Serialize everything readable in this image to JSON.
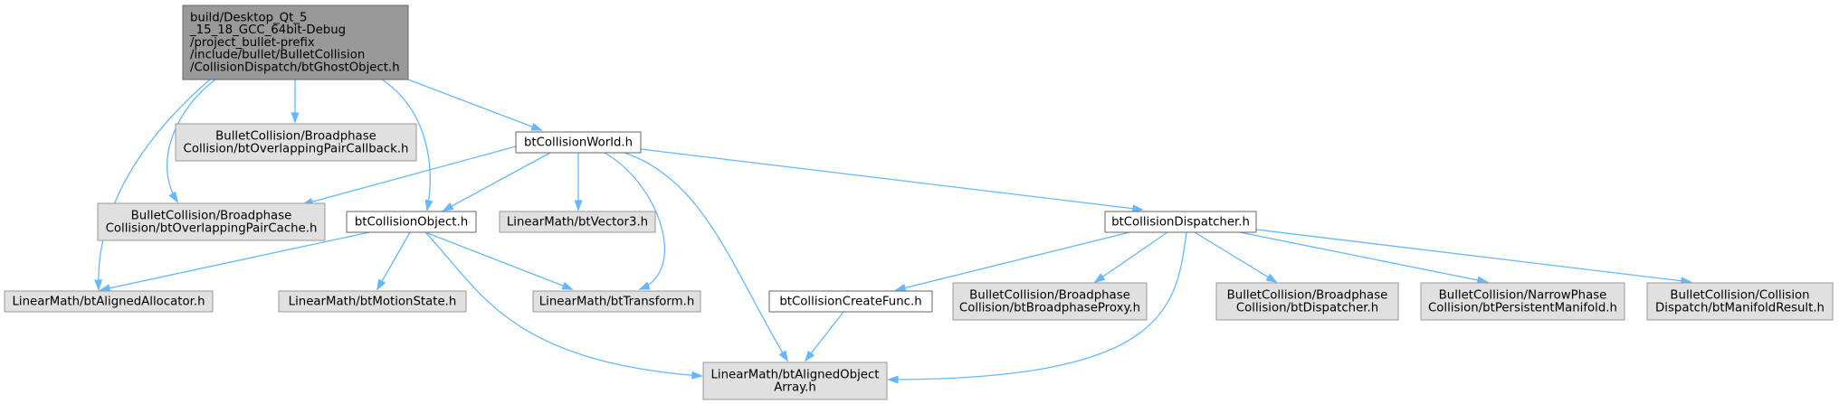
{
  "colors": {
    "root_fill": "#999999",
    "root_stroke": "#666666",
    "documented_fill": "#ffffff",
    "documented_stroke": "#666666",
    "external_fill": "#e0e0e0",
    "external_stroke": "#999999",
    "edge": "#63b8ff"
  },
  "nodes": [
    {
      "id": "ghost",
      "style": "root",
      "lines": [
        "build/Desktop_Qt_5",
        "_15_18_GCC_64bit-Debug",
        "/project_bullet-prefix",
        "/include/bullet/BulletCollision",
        "/CollisionDispatch/btGhostObject.h"
      ]
    },
    {
      "id": "opcallback",
      "style": "external",
      "lines": [
        "BulletCollision/Broadphase",
        "Collision/btOverlappingPairCallback.h"
      ]
    },
    {
      "id": "cworld",
      "style": "documented",
      "lines": [
        "btCollisionWorld.h"
      ]
    },
    {
      "id": "opcache",
      "style": "external",
      "lines": [
        "BulletCollision/Broadphase",
        "Collision/btOverlappingPairCache.h"
      ]
    },
    {
      "id": "cobject",
      "style": "documented",
      "lines": [
        "btCollisionObject.h"
      ]
    },
    {
      "id": "vector3",
      "style": "external",
      "lines": [
        "LinearMath/btVector3.h"
      ]
    },
    {
      "id": "cdispatcher",
      "style": "documented",
      "lines": [
        "btCollisionDispatcher.h"
      ]
    },
    {
      "id": "aalloc",
      "style": "external",
      "lines": [
        "LinearMath/btAlignedAllocator.h"
      ]
    },
    {
      "id": "mstate",
      "style": "external",
      "lines": [
        "LinearMath/btMotionState.h"
      ]
    },
    {
      "id": "transform",
      "style": "external",
      "lines": [
        "LinearMath/btTransform.h"
      ]
    },
    {
      "id": "ccreate",
      "style": "documented",
      "lines": [
        "btCollisionCreateFunc.h"
      ]
    },
    {
      "id": "bproxy",
      "style": "external",
      "lines": [
        "BulletCollision/Broadphase",
        "Collision/btBroadphaseProxy.h"
      ]
    },
    {
      "id": "dispatcher",
      "style": "external",
      "lines": [
        "BulletCollision/Broadphase",
        "Collision/btDispatcher.h"
      ]
    },
    {
      "id": "pmanifold",
      "style": "external",
      "lines": [
        "BulletCollision/NarrowPhase",
        "Collision/btPersistentManifold.h"
      ]
    },
    {
      "id": "mresult",
      "style": "external",
      "lines": [
        "BulletCollision/Collision",
        "Dispatch/btManifoldResult.h"
      ]
    },
    {
      "id": "aoarray",
      "style": "external",
      "lines": [
        "LinearMath/btAlignedObject",
        "Array.h"
      ]
    }
  ],
  "edges": [
    {
      "from": "ghost",
      "to": "aalloc"
    },
    {
      "from": "ghost",
      "to": "opcache"
    },
    {
      "from": "ghost",
      "to": "opcallback"
    },
    {
      "from": "ghost",
      "to": "cobject"
    },
    {
      "from": "ghost",
      "to": "cworld"
    },
    {
      "from": "cworld",
      "to": "opcache"
    },
    {
      "from": "cworld",
      "to": "cobject"
    },
    {
      "from": "cworld",
      "to": "vector3"
    },
    {
      "from": "cworld",
      "to": "transform"
    },
    {
      "from": "cworld",
      "to": "aoarray"
    },
    {
      "from": "cworld",
      "to": "cdispatcher"
    },
    {
      "from": "cobject",
      "to": "aalloc"
    },
    {
      "from": "cobject",
      "to": "mstate"
    },
    {
      "from": "cobject",
      "to": "transform"
    },
    {
      "from": "cobject",
      "to": "aoarray"
    },
    {
      "from": "cdispatcher",
      "to": "ccreate"
    },
    {
      "from": "cdispatcher",
      "to": "bproxy"
    },
    {
      "from": "cdispatcher",
      "to": "dispatcher"
    },
    {
      "from": "cdispatcher",
      "to": "pmanifold"
    },
    {
      "from": "cdispatcher",
      "to": "mresult"
    },
    {
      "from": "cdispatcher",
      "to": "aoarray"
    },
    {
      "from": "ccreate",
      "to": "aoarray"
    }
  ]
}
